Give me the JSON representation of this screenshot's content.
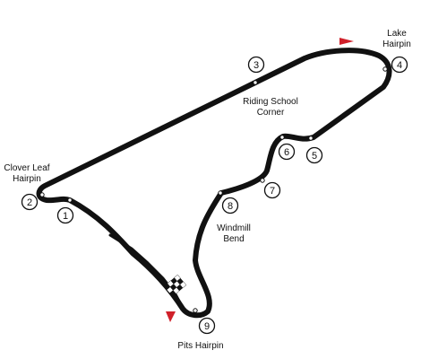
{
  "track": {
    "corners": [
      {
        "number": "1"
      },
      {
        "number": "2",
        "name_lines": [
          "Clover Leaf",
          "Hairpin"
        ]
      },
      {
        "number": "3",
        "name_lines": [
          "Riding School",
          "Corner"
        ]
      },
      {
        "number": "4",
        "name_lines": [
          "Lake",
          "Hairpin"
        ]
      },
      {
        "number": "5"
      },
      {
        "number": "6"
      },
      {
        "number": "7"
      },
      {
        "number": "8",
        "name_lines": [
          "Windmill",
          "Bend"
        ]
      },
      {
        "number": "9",
        "name_lines": [
          "Pits Hairpin"
        ]
      }
    ],
    "colors": {
      "track": "#111111",
      "flag": "#d0202a",
      "checker_dark": "#111111",
      "checker_light": "#ffffff"
    }
  }
}
